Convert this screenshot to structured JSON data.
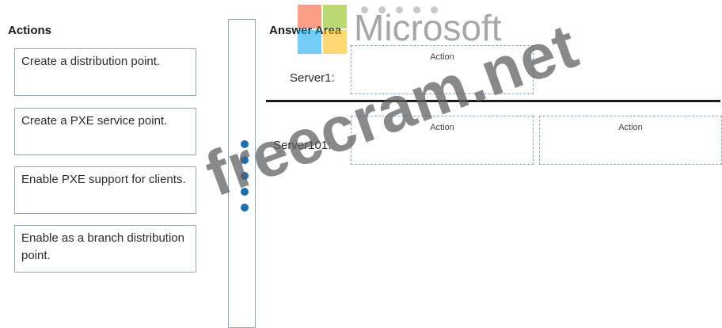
{
  "actions": {
    "heading": "Actions",
    "items": [
      {
        "label": "Create a distribution point."
      },
      {
        "label": "Create a PXE service point."
      },
      {
        "label": "Enable PXE support for clients."
      },
      {
        "label": "Enable as a branch distribution point."
      }
    ]
  },
  "answer_area": {
    "heading": "Answer Area",
    "servers": [
      {
        "label": "Server1:",
        "slots": [
          "Action"
        ]
      },
      {
        "label": "Server101:",
        "slots": [
          "Action",
          "Action"
        ]
      }
    ]
  },
  "watermarks": {
    "brand": "Microsoft",
    "site": "freecram.net"
  },
  "colors": {
    "dot": "#1f6fb0",
    "border": "#9aa7b2",
    "slot_border": "#8ea6bf",
    "logo_red": "#f25022",
    "logo_green": "#7fba00",
    "logo_blue": "#00a4ef",
    "logo_yellow": "#ffb900"
  }
}
